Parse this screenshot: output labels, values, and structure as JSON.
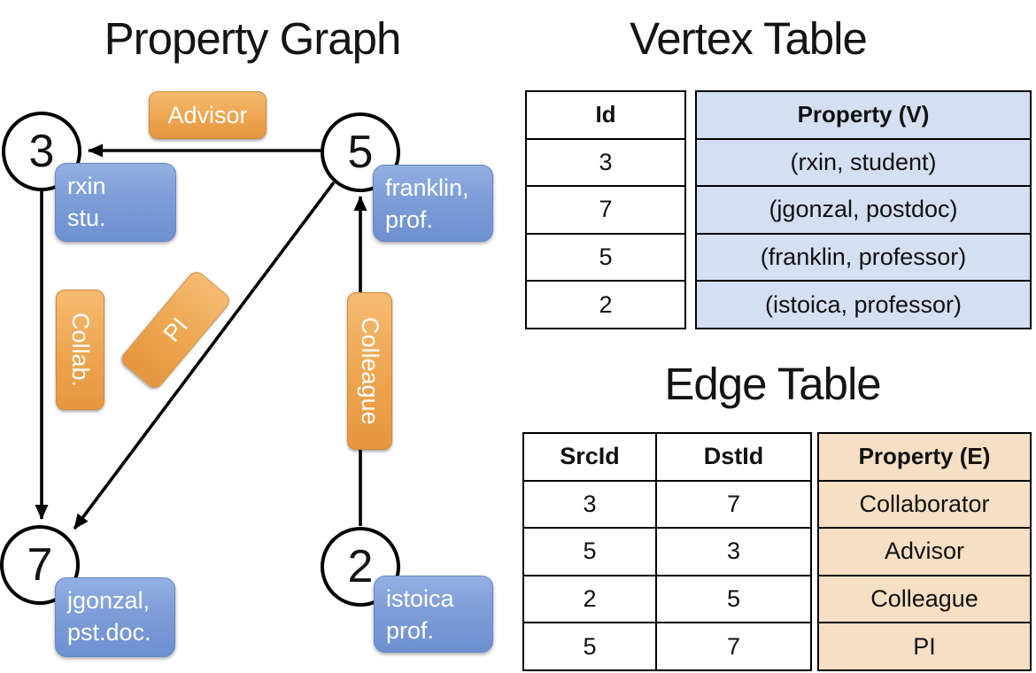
{
  "colors": {
    "edge_label_orange_top": "#f5bb72",
    "edge_label_orange_bottom": "#e69540",
    "vertex_box_blue_top": "#94b0e1",
    "vertex_box_blue_bottom": "#6e90cf",
    "vertex_table_fill": "#d4dff1",
    "edge_table_fill": "#f6dfc5",
    "line_color": "#000000",
    "label_text": "#ffffff"
  },
  "graph": {
    "title": "Property Graph",
    "nodes": [
      {
        "id": "3",
        "line1": "rxin",
        "line2": "stu."
      },
      {
        "id": "5",
        "line1": "franklin,",
        "line2": "prof."
      },
      {
        "id": "7",
        "line1": "jgonzal,",
        "line2": "pst.doc."
      },
      {
        "id": "2",
        "line1": "istoica",
        "line2": "prof."
      }
    ],
    "edge_labels": {
      "advisor": "Advisor",
      "collab": "Collab.",
      "pi": "PI",
      "colleague": "Colleague"
    }
  },
  "vertex_table": {
    "title": "Vertex Table",
    "headers": {
      "id": "Id",
      "property": "Property (V)"
    },
    "rows": [
      {
        "id": "3",
        "property": "(rxin, student)"
      },
      {
        "id": "7",
        "property": "(jgonzal, postdoc)"
      },
      {
        "id": "5",
        "property": "(franklin, professor)"
      },
      {
        "id": "2",
        "property": "(istoica, professor)"
      }
    ]
  },
  "edge_table": {
    "title": "Edge Table",
    "headers": {
      "src": "SrcId",
      "dst": "DstId",
      "property": "Property (E)"
    },
    "rows": [
      {
        "src": "3",
        "dst": "7",
        "property": "Collaborator"
      },
      {
        "src": "5",
        "dst": "3",
        "property": "Advisor"
      },
      {
        "src": "2",
        "dst": "5",
        "property": "Colleague"
      },
      {
        "src": "5",
        "dst": "7",
        "property": "PI"
      }
    ]
  }
}
